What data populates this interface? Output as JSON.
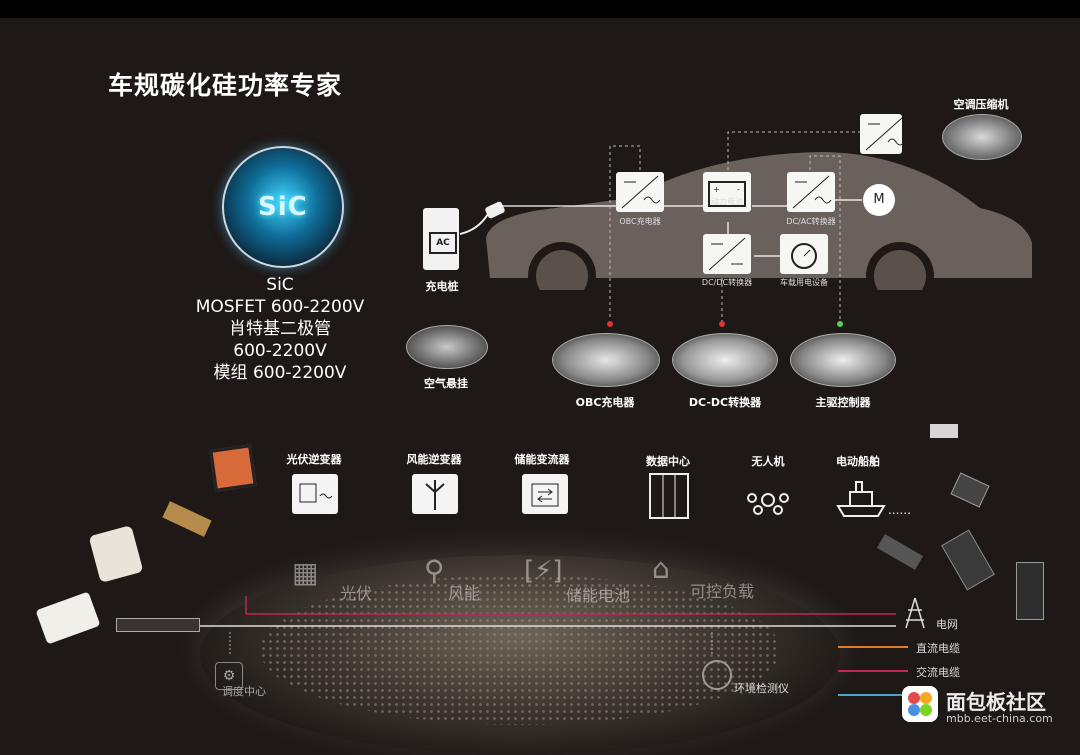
{
  "title": "车规碳化硅功率专家",
  "sic": {
    "logo_text": "SiC",
    "lines": [
      "SiC",
      "MOSFET 600-2200V",
      "肖特基二极管",
      "600-2200V",
      "模组 600-2200V"
    ]
  },
  "vehicle": {
    "charging_pile": {
      "label": "充电桩",
      "icon_text": "AC"
    },
    "air_suspension": "空气悬挂",
    "ac_compressor": "空调压缩机",
    "obc_node": "OBC充电器",
    "battery_node": "动力电池",
    "dcac_node": "DC/AC转换器",
    "dcdc_node": "DC/DC转换器",
    "motor_symbol": "M",
    "controller_node": "车载用电设备",
    "products": [
      "OBC充电器",
      "DC-DC转换器",
      "主驱控制器"
    ]
  },
  "applications": [
    "光伏逆变器",
    "风能逆变器",
    "储能变流器",
    "数据中心",
    "无人机",
    "电动船舶"
  ],
  "grid_items": [
    "光伏",
    "风能",
    "储能电池",
    "可控负载"
  ],
  "bottom_items": [
    "调度中心",
    "环境检测仪"
  ],
  "legend": [
    {
      "label": "电网",
      "color": "#ffffff"
    },
    {
      "label": "直流电缆",
      "color": "#e07b2a"
    },
    {
      "label": "交流电缆",
      "color": "#c0265a"
    },
    {
      "label": "",
      "color": "#4fa3c9"
    }
  ],
  "watermark": {
    "site": "面包板社区",
    "url": "mbb.eet-china.com"
  }
}
